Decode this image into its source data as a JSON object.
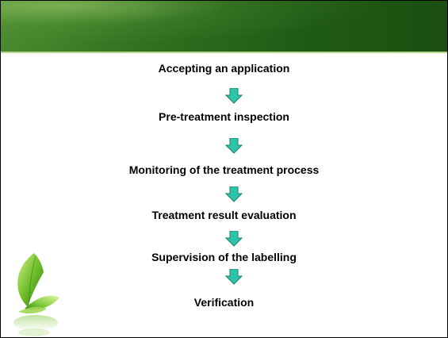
{
  "flowchart": {
    "steps": [
      "Accepting an application",
      "Pre-treatment inspection",
      "Monitoring of the treatment process",
      "Treatment result evaluation",
      "Supervision of the labelling",
      "Verification"
    ]
  },
  "colors": {
    "header_green": "#2f6f1e",
    "arrow_fill": "#2ec4a8",
    "leaf_green": "#6fbf2a"
  },
  "icons": {
    "arrow": "down-arrow-icon",
    "decor": "leaf-icon"
  }
}
